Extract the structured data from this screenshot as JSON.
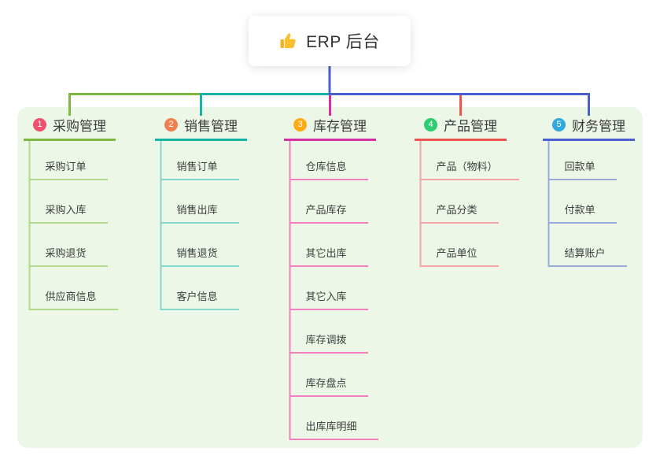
{
  "root": {
    "title": "ERP 后台",
    "icon": "thumbs-up-icon"
  },
  "colors": {
    "canvas_bg": "#ffffff",
    "panel_bg": "#ecf7e8",
    "trunk_blue": "#4a5fd2",
    "header_text": "#3c3c3c",
    "child_text": "#3e3e3e",
    "root_text": "#333333",
    "thumb_yellow": "#f6c12d"
  },
  "branches": [
    {
      "index": "1",
      "label": "采购管理",
      "badge_color": "#f2506e",
      "line_color": "#7fb841",
      "child_line_color": "#b0d98b",
      "children": [
        "采购订单",
        "采购入库",
        "采购退货",
        "供应商信息"
      ]
    },
    {
      "index": "2",
      "label": "销售管理",
      "badge_color": "#f08050",
      "line_color": "#16b3a6",
      "child_line_color": "#83d7cb",
      "children": [
        "销售订单",
        "销售出库",
        "销售退货",
        "客户信息"
      ]
    },
    {
      "index": "3",
      "label": "库存管理",
      "badge_color": "#ffac13",
      "line_color": "#d52fa4",
      "child_line_color": "#f27ec0",
      "children": [
        "仓库信息",
        "产品库存",
        "其它出库",
        "其它入库",
        "库存调拨",
        "库存盘点",
        "出库库明细"
      ]
    },
    {
      "index": "4",
      "label": "产品管理",
      "badge_color": "#2ecc71",
      "line_color": "#ee5350",
      "child_line_color": "#f4a5a2",
      "children": [
        "产品（物料）",
        "产品分类",
        "产品单位"
      ]
    },
    {
      "index": "5",
      "label": "财务管理",
      "badge_color": "#31a8e0",
      "line_color": "#4a5fd2",
      "child_line_color": "#96abdc",
      "children": [
        "回款单",
        "付款单",
        "结算账户"
      ]
    }
  ]
}
